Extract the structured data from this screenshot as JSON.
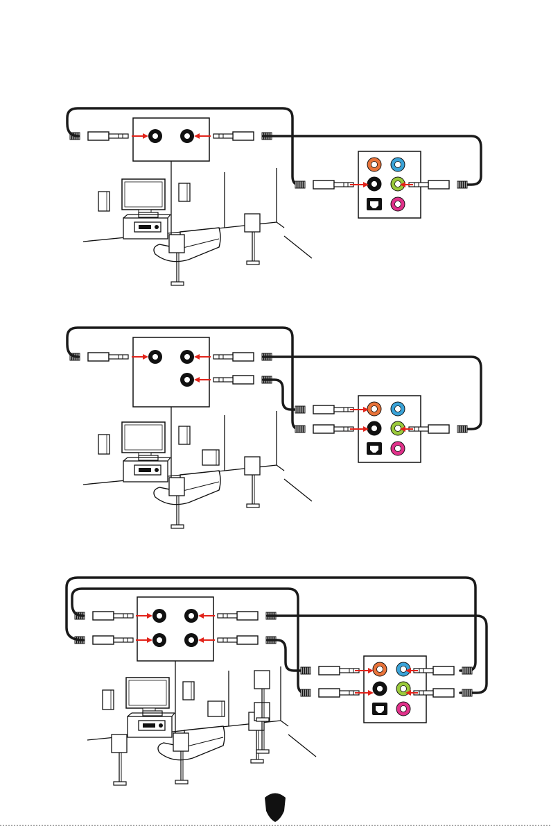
{
  "diagrams": [
    {
      "id": "2-channel-speaker-connection",
      "receiver_jacks": 2,
      "panel_ports_connected": [
        "black",
        "lime"
      ]
    },
    {
      "id": "4-channel-speaker-connection",
      "receiver_jacks": 3,
      "panel_ports_connected": [
        "orange",
        "black",
        "lime"
      ]
    },
    {
      "id": "6-channel-speaker-connection",
      "receiver_jacks": 4,
      "panel_ports_connected": [
        "orange",
        "black",
        "blue",
        "lime"
      ]
    }
  ],
  "audio_panel_ports": [
    "orange",
    "blue",
    "black",
    "lime",
    "optical",
    "pink"
  ],
  "colors": {
    "cable": "#1a1a1a",
    "arrow": "#e2231a",
    "port_orange": "#e8733a",
    "port_blue": "#3aa3d8",
    "port_black": "#111111",
    "port_lime": "#9ac93b",
    "port_pink": "#e0318a",
    "shield_logo": "#111111"
  },
  "footer": {
    "logo_icon": "shield-logo"
  }
}
